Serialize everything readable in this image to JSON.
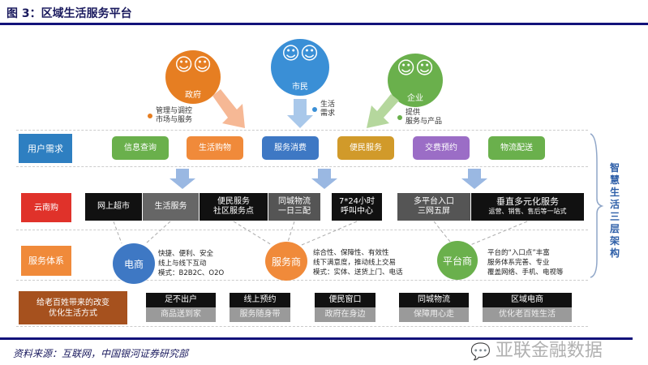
{
  "title": "图 3：区域生活服务平台",
  "actors": [
    {
      "label": "政府",
      "note": [
        "管理与调控",
        "市场与服务"
      ],
      "color": "#e67e22"
    },
    {
      "label": "市民",
      "note": [
        "生活",
        "需求"
      ],
      "color": "#3a8fd6"
    },
    {
      "label": "企业",
      "note": [
        "提供",
        "服务与产品"
      ],
      "color": "#6ab04c"
    }
  ],
  "rows": {
    "needs": {
      "label": "用户需求",
      "items": [
        {
          "text": "信息查询",
          "color": "#6ab04c"
        },
        {
          "text": "生活购物",
          "color": "#f08a3a"
        },
        {
          "text": "服务消费",
          "color": "#3e78c4"
        },
        {
          "text": "便民服务",
          "color": "#d19a2a"
        },
        {
          "text": "交费预约",
          "color": "#9b6dc6"
        },
        {
          "text": "物流配送",
          "color": "#6ab04c"
        }
      ]
    },
    "platform": {
      "logo": "云南购",
      "items": [
        {
          "l1": "网上超市",
          "l2": ""
        },
        {
          "l1": "生活服务",
          "l2": ""
        },
        {
          "l1": "便民服务",
          "l2": "社区服务点"
        },
        {
          "l1": "同城物流",
          "l2": "一日三配"
        },
        {
          "l1": "7*24小时",
          "l2": "呼叫中心"
        },
        {
          "l1": "多平台入口",
          "l2": "三网五屏"
        },
        {
          "l1": "垂直多元化服务",
          "l2": "运营、销售、售后等一站式"
        }
      ]
    },
    "system": {
      "label": "服务体系",
      "roles": [
        {
          "name": "电商",
          "lines": [
            "快捷、便利、安全",
            "线上与线下互动",
            "模式：B2B2C、O2O"
          ]
        },
        {
          "name": "服务商",
          "lines": [
            "综合性、保障性、有效性",
            "线下满意度，推动线上交易",
            "模式：实体、送货上门、电话"
          ]
        },
        {
          "name": "平台商",
          "lines": [
            "平台的“入口点”丰富",
            "服务体系完善、专业",
            "覆盖网络、手机、电视等"
          ]
        }
      ]
    },
    "change": {
      "label1": "给老百姓带来的改变",
      "label2": "优化生活方式",
      "items": [
        {
          "top": "足不出户",
          "bottom": "商品送到家"
        },
        {
          "top": "线上预约",
          "bottom": "服务随身带"
        },
        {
          "top": "便民窗口",
          "bottom": "政府在身边"
        },
        {
          "top": "同城物流",
          "bottom": "保障用心走"
        },
        {
          "top": "区域电商",
          "bottom": "优化老百姓生活"
        }
      ]
    }
  },
  "side_label": "智慧生活三层架构",
  "source": "资料来源：互联网，中国银河证券研究部",
  "watermark": "亚联金融数据"
}
